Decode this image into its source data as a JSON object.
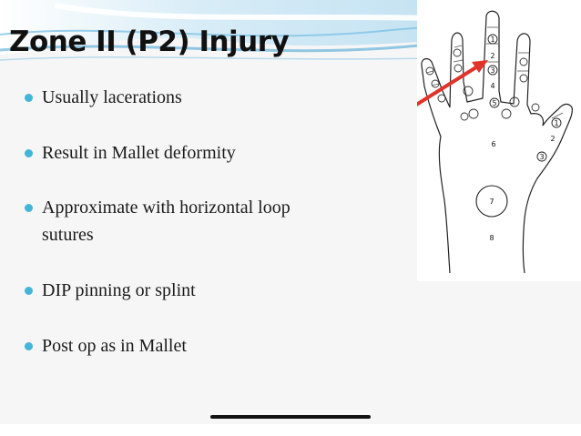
{
  "slide": {
    "title": "Zone II (P2) Injury",
    "bullets": [
      {
        "text": "Usually lacerations"
      },
      {
        "text": "Result in Mallet deformity"
      },
      {
        "text": "Approximate with horizontal loop sutures"
      },
      {
        "text": "DIP pinning or splint"
      },
      {
        "text": "Post op as in Mallet"
      }
    ]
  },
  "diagram": {
    "zone_labels": [
      "1",
      "2",
      "3",
      "4",
      "5",
      "6",
      "7",
      "8"
    ],
    "thumb_labels": [
      "1",
      "2",
      "3"
    ],
    "arrow_color": "#e0332a"
  },
  "colors": {
    "bullet": "#43b6d8",
    "header_wave": "#4fa6d6"
  }
}
